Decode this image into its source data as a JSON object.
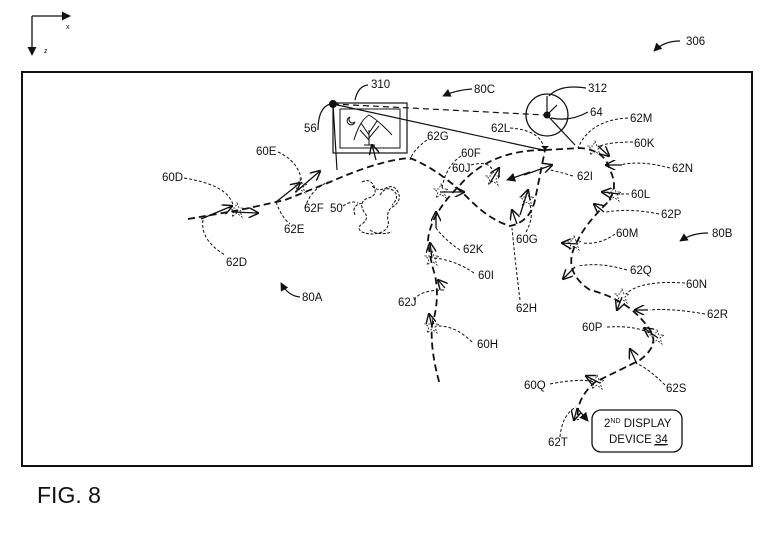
{
  "axes": {
    "horizontal": "x",
    "vertical": "z"
  },
  "figure_caption": "FIG. 8",
  "reference_numerals": {
    "environment": "306",
    "first_display": "310",
    "viewpoint_marker": "312",
    "observer": "56",
    "target_point": "64",
    "object": "50",
    "regions": [
      "80A",
      "80B",
      "80C"
    ]
  },
  "second_display_device": {
    "line1_sup": "ND",
    "line1_pre": "2",
    "line1_post": " DISPLAY",
    "line2": "DEVICE ",
    "ref": "34"
  },
  "position_labels": [
    "60D",
    "60E",
    "60F",
    "60G",
    "60H",
    "60I",
    "60J",
    "60K",
    "60L",
    "60M",
    "60N",
    "60P",
    "60Q"
  ],
  "vector_labels": [
    "62D",
    "62E",
    "62F",
    "62G",
    "62H",
    "62I",
    "62J",
    "62K",
    "62L",
    "62M",
    "62N",
    "62P",
    "62Q",
    "62R",
    "62S",
    "62T"
  ],
  "labels": {
    "l306": "306",
    "l310": "310",
    "l312": "312",
    "l56": "56",
    "l64": "64",
    "l50": "50",
    "l80A": "80A",
    "l80B": "80B",
    "l80C": "80C",
    "l60D": "60D",
    "l60E": "60E",
    "l60F": "60F",
    "l60G": "60G",
    "l60H": "60H",
    "l60I": "60I",
    "l60J": "60J",
    "l60K": "60K",
    "l60L": "60L",
    "l60M": "60M",
    "l60N": "60N",
    "l60P": "60P",
    "l60Q": "60Q",
    "l62D": "62D",
    "l62E": "62E",
    "l62F": "62F",
    "l62G": "62G",
    "l62H": "62H",
    "l62I": "62I",
    "l62J": "62J",
    "l62K": "62K",
    "l62L": "62L",
    "l62M": "62M",
    "l62N": "62N",
    "l62P": "62P",
    "l62Q": "62Q",
    "l62R": "62R",
    "l62S": "62S",
    "l62T": "62T"
  }
}
